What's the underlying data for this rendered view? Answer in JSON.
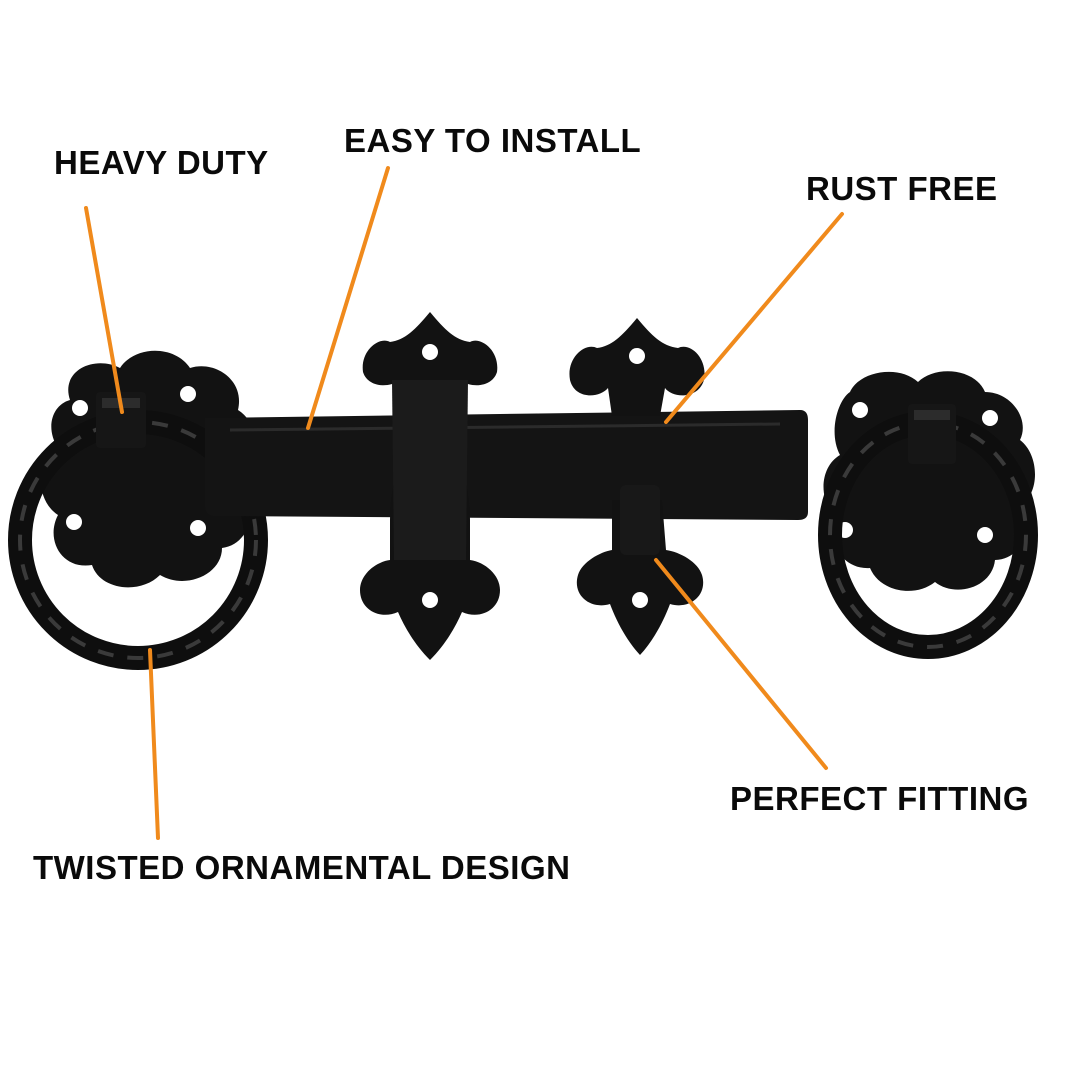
{
  "callouts": {
    "heavy_duty": "HEAVY DUTY",
    "easy_to_install": "EASY TO INSTALL",
    "rust_free": "RUST FREE",
    "perfect_fitting": "PERFECT FITTING",
    "twisted_design": "TWISTED ORNAMENTAL DESIGN"
  },
  "colors": {
    "leader_line": "#f08a1c",
    "iron": "#111111",
    "label_text": "#0a0a0a",
    "background": "#ffffff"
  },
  "product": {
    "image": "black-iron-ring-gate-latch-icon"
  }
}
